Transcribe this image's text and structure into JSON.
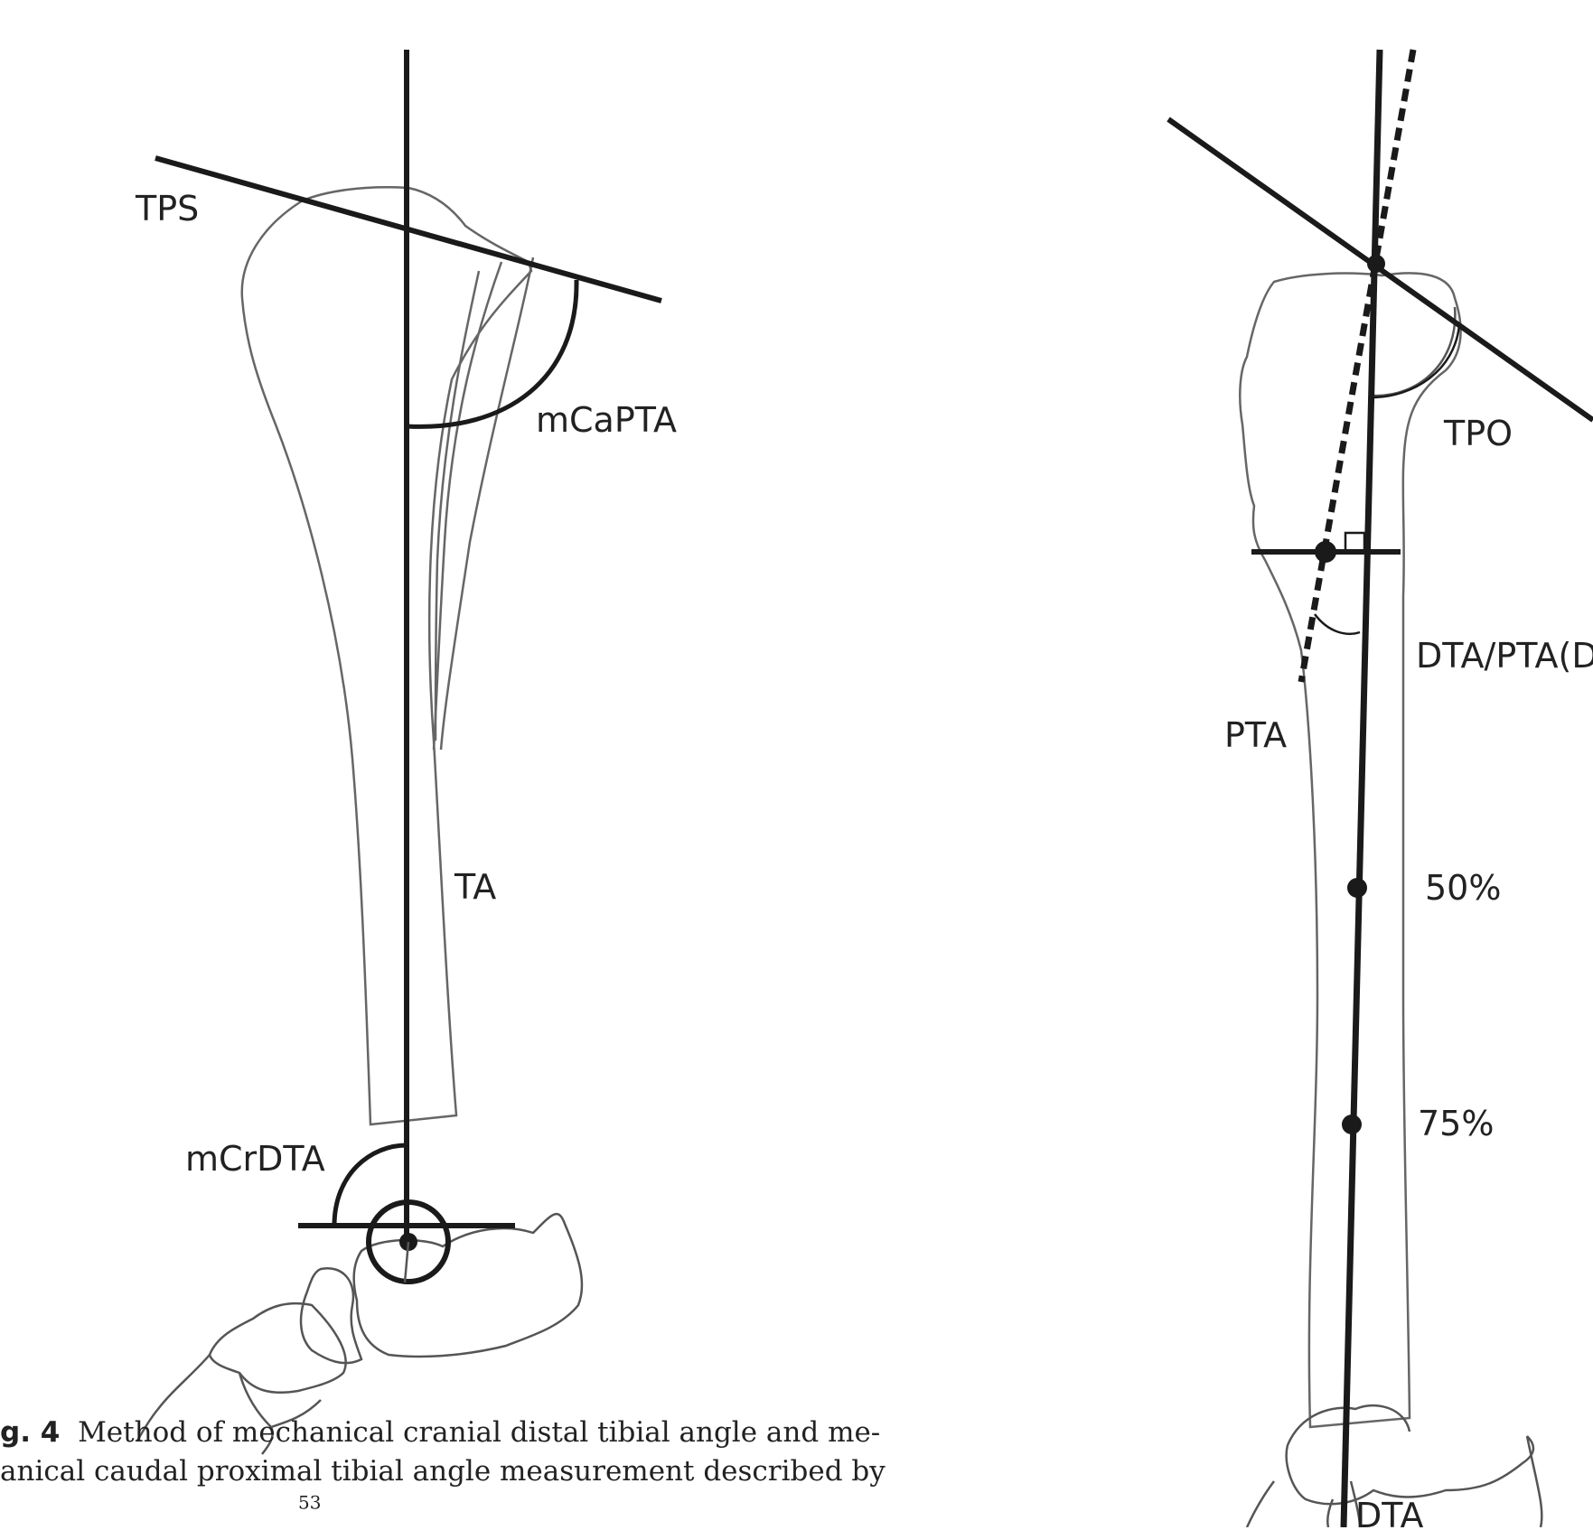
{
  "labels": {
    "tps": "TPS",
    "mcapta": "mCaPTA",
    "ta": "TA",
    "mcrdta": "mCrDTA",
    "tpo": "TPO",
    "dta_pta": "DTA/PTA(D",
    "pta": "PTA",
    "pct50": "50%",
    "pct75": "75%",
    "dta": "DTA"
  },
  "caption": {
    "fig_label": "g. 4",
    "line1": "Method of mechanical cranial distal tibial angle and me-",
    "line2": "anical caudal proximal tibial angle measurement described by",
    "line3_start": "",
    "line3_ref": "53",
    "line3_end": ""
  },
  "colors": {
    "outline": "#555555",
    "line": "#1a1a1a",
    "text": "#222222"
  }
}
